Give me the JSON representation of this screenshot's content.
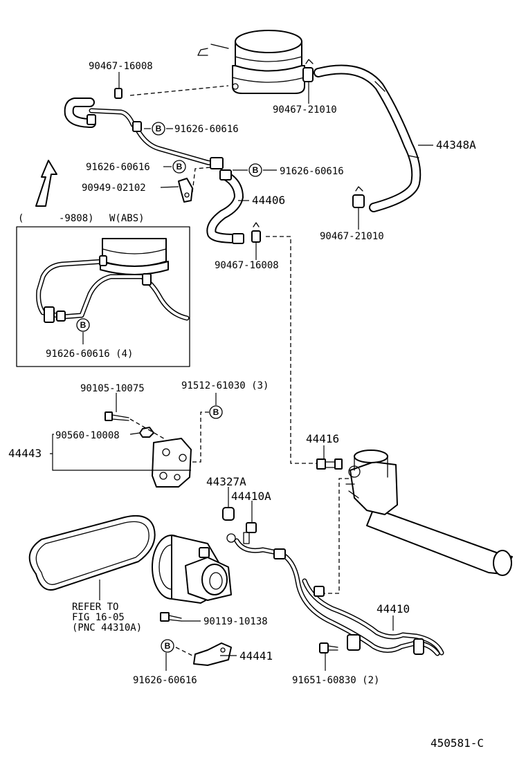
{
  "labels": {
    "top_clamp_left": "90467-16008",
    "reservoir_clamp": "90467-21010",
    "bolt_upper": "91626-60616",
    "hose_44348a": "44348A",
    "bolt_left_mid": "91626-60616",
    "bolt_right_mid": "91626-60616",
    "bracket_90949": "90949-02102",
    "tube_44406": "44406",
    "lower_clamp_right": "90467-21010",
    "clamp_mid": "90467-16008",
    "inset_range": "(      -9808)",
    "inset_variant": "W(ABS)",
    "inset_bolt": "91626-60616 (4)",
    "bolt_90105": "90105-10075",
    "bolt_91512": "91512-61030 (3)",
    "bracket_44443": "44443",
    "nut_90560": "90560-10008",
    "union_44416": "44416",
    "gasket_44327a": "44327A",
    "bolt_44410a": "44410A",
    "refer_line1": "REFER TO",
    "refer_line2": "FIG 16-05",
    "refer_line3": "(PNC 44310A)",
    "bolt_90119": "90119-10138",
    "pipe_44410": "44410",
    "bracket_44441": "44441",
    "bolt_bottom_left": "91626-60616",
    "bolt_bottom_right": "91651-60830 (2)",
    "diagram_id": "450581-C"
  },
  "callouts": {
    "b": "B"
  }
}
